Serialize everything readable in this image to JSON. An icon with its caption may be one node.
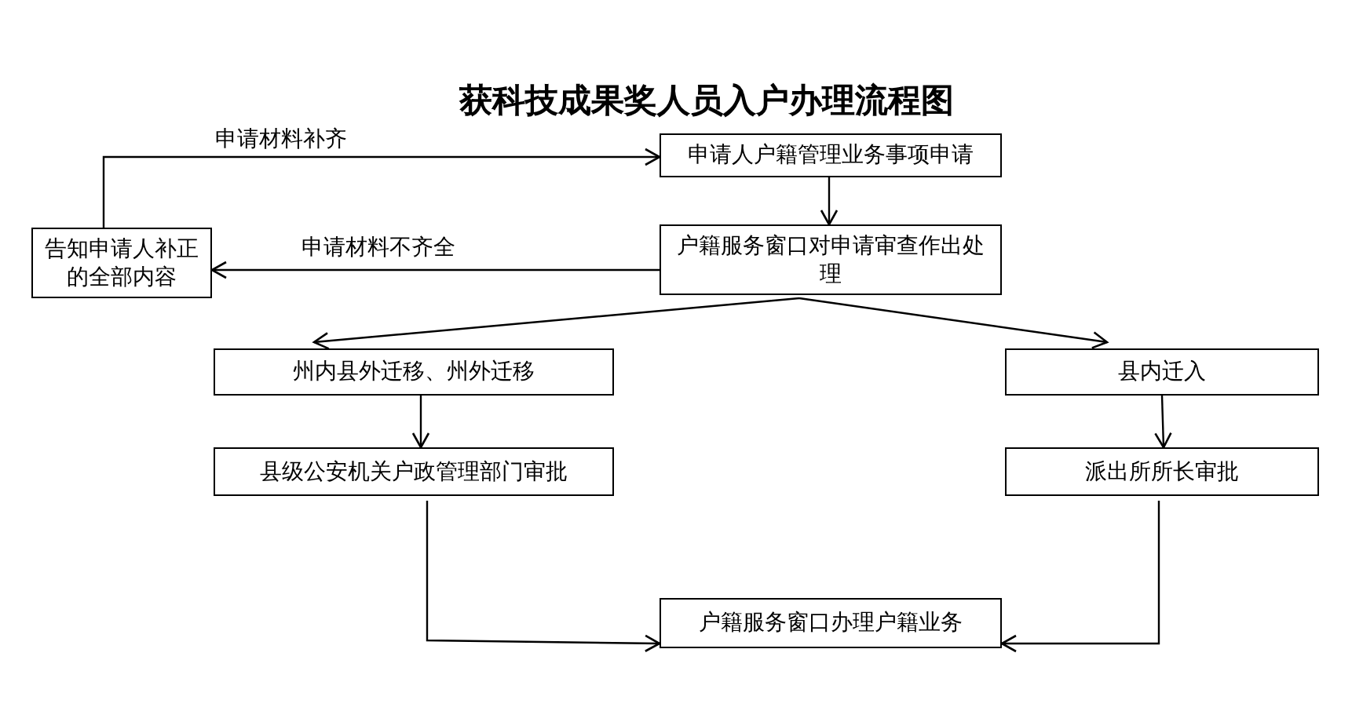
{
  "diagram": {
    "title": "获科技成果奖人员入户办理流程图",
    "nodes": [
      {
        "text": [
          "申请人户籍管理业务事项申请"
        ]
      },
      {
        "text": [
          "户籍服务窗口对申请审查作出处理"
        ]
      },
      {
        "text": [
          "告知申请人补正的全部内容"
        ]
      },
      {
        "text": [
          "州内县外迁移、州外迁移"
        ]
      },
      {
        "text": [
          "县内迁入"
        ]
      },
      {
        "text": [
          "县级公安机关户政管理部门审批"
        ]
      },
      {
        "text": [
          "派出所所长审批"
        ]
      },
      {
        "text": [
          "户籍服务窗口办理户籍业务"
        ]
      }
    ],
    "edges": [
      {
        "from": 0,
        "to": 1,
        "arrow": "to"
      },
      {
        "from": 1,
        "to": 2,
        "arrow": "to",
        "label": "申请材料不齐全"
      },
      {
        "from": 2,
        "to": 0,
        "arrow": "to",
        "label": "申请材料补齐"
      },
      {
        "from": 1,
        "to": 3,
        "arrow": "to"
      },
      {
        "from": 1,
        "to": 4,
        "arrow": "to"
      },
      {
        "from": 3,
        "to": 5,
        "arrow": "to"
      },
      {
        "from": 4,
        "to": 6,
        "arrow": "to"
      },
      {
        "from": 5,
        "to": 7,
        "arrow": "to"
      },
      {
        "from": 6,
        "to": 7,
        "arrow": "to"
      }
    ]
  }
}
